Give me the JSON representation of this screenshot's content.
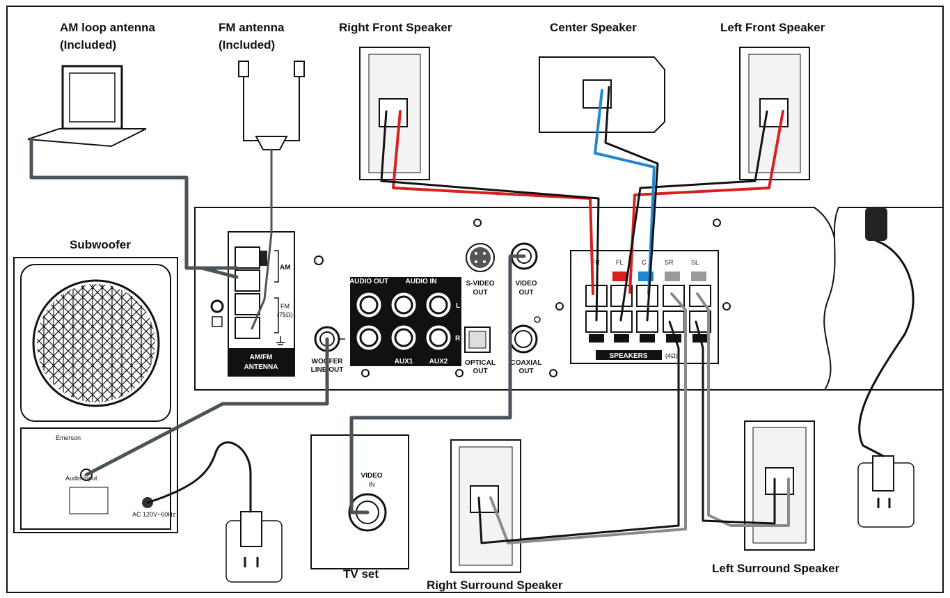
{
  "labels": {
    "am_antenna": "AM loop antenna",
    "am_included": "(Included)",
    "fm_antenna": "FM antenna",
    "fm_included": "(Included)",
    "right_front": "Right Front Speaker",
    "center": "Center Speaker",
    "left_front": "Left Front Speaker",
    "subwoofer": "Subwoofer",
    "tv_set": "TV set",
    "right_surround": "Right Surround Speaker",
    "left_surround": "Left Surround Speaker"
  },
  "panel": {
    "am": "AM",
    "fm": "FM",
    "fm_ohm": "(75Ω)",
    "amfm_line1": "AM/FM",
    "amfm_line2": "ANTENNA",
    "woofer_line1": "WOOFER",
    "woofer_line2": "LINE OUT",
    "audio_out": "AUDIO OUT",
    "audio_in": "AUDIO  IN",
    "l": "L",
    "r": "R",
    "aux1": "AUX1",
    "aux2": "AUX2",
    "svideo_line1": "S-VIDEO",
    "svideo_line2": "OUT",
    "video_out_line1": "VIDEO",
    "video_out_line2": "OUT",
    "optical_line1": "OPTICAL",
    "optical_line2": "OUT",
    "coaxial_line1": "COAXIAL",
    "coaxial_line2": "OUT",
    "fr": "FR",
    "fl": "FL",
    "c": "C",
    "sr": "SR",
    "sl": "SL",
    "speakers": "SPEAKERS",
    "speakers_ohm": "(4Ω)"
  },
  "tv": {
    "video_in_line1": "VIDEO",
    "video_in_line2": "IN"
  },
  "subwoofer_panel": {
    "brand": "Emerson",
    "audio_input": "Audio Input",
    "ac": "AC 120V~60Hz"
  },
  "colors": {
    "red_wire": "#d9201f",
    "blue_wire": "#1e88d0",
    "gray_wire": "#8a8a8a",
    "cable": "#4a5358"
  }
}
